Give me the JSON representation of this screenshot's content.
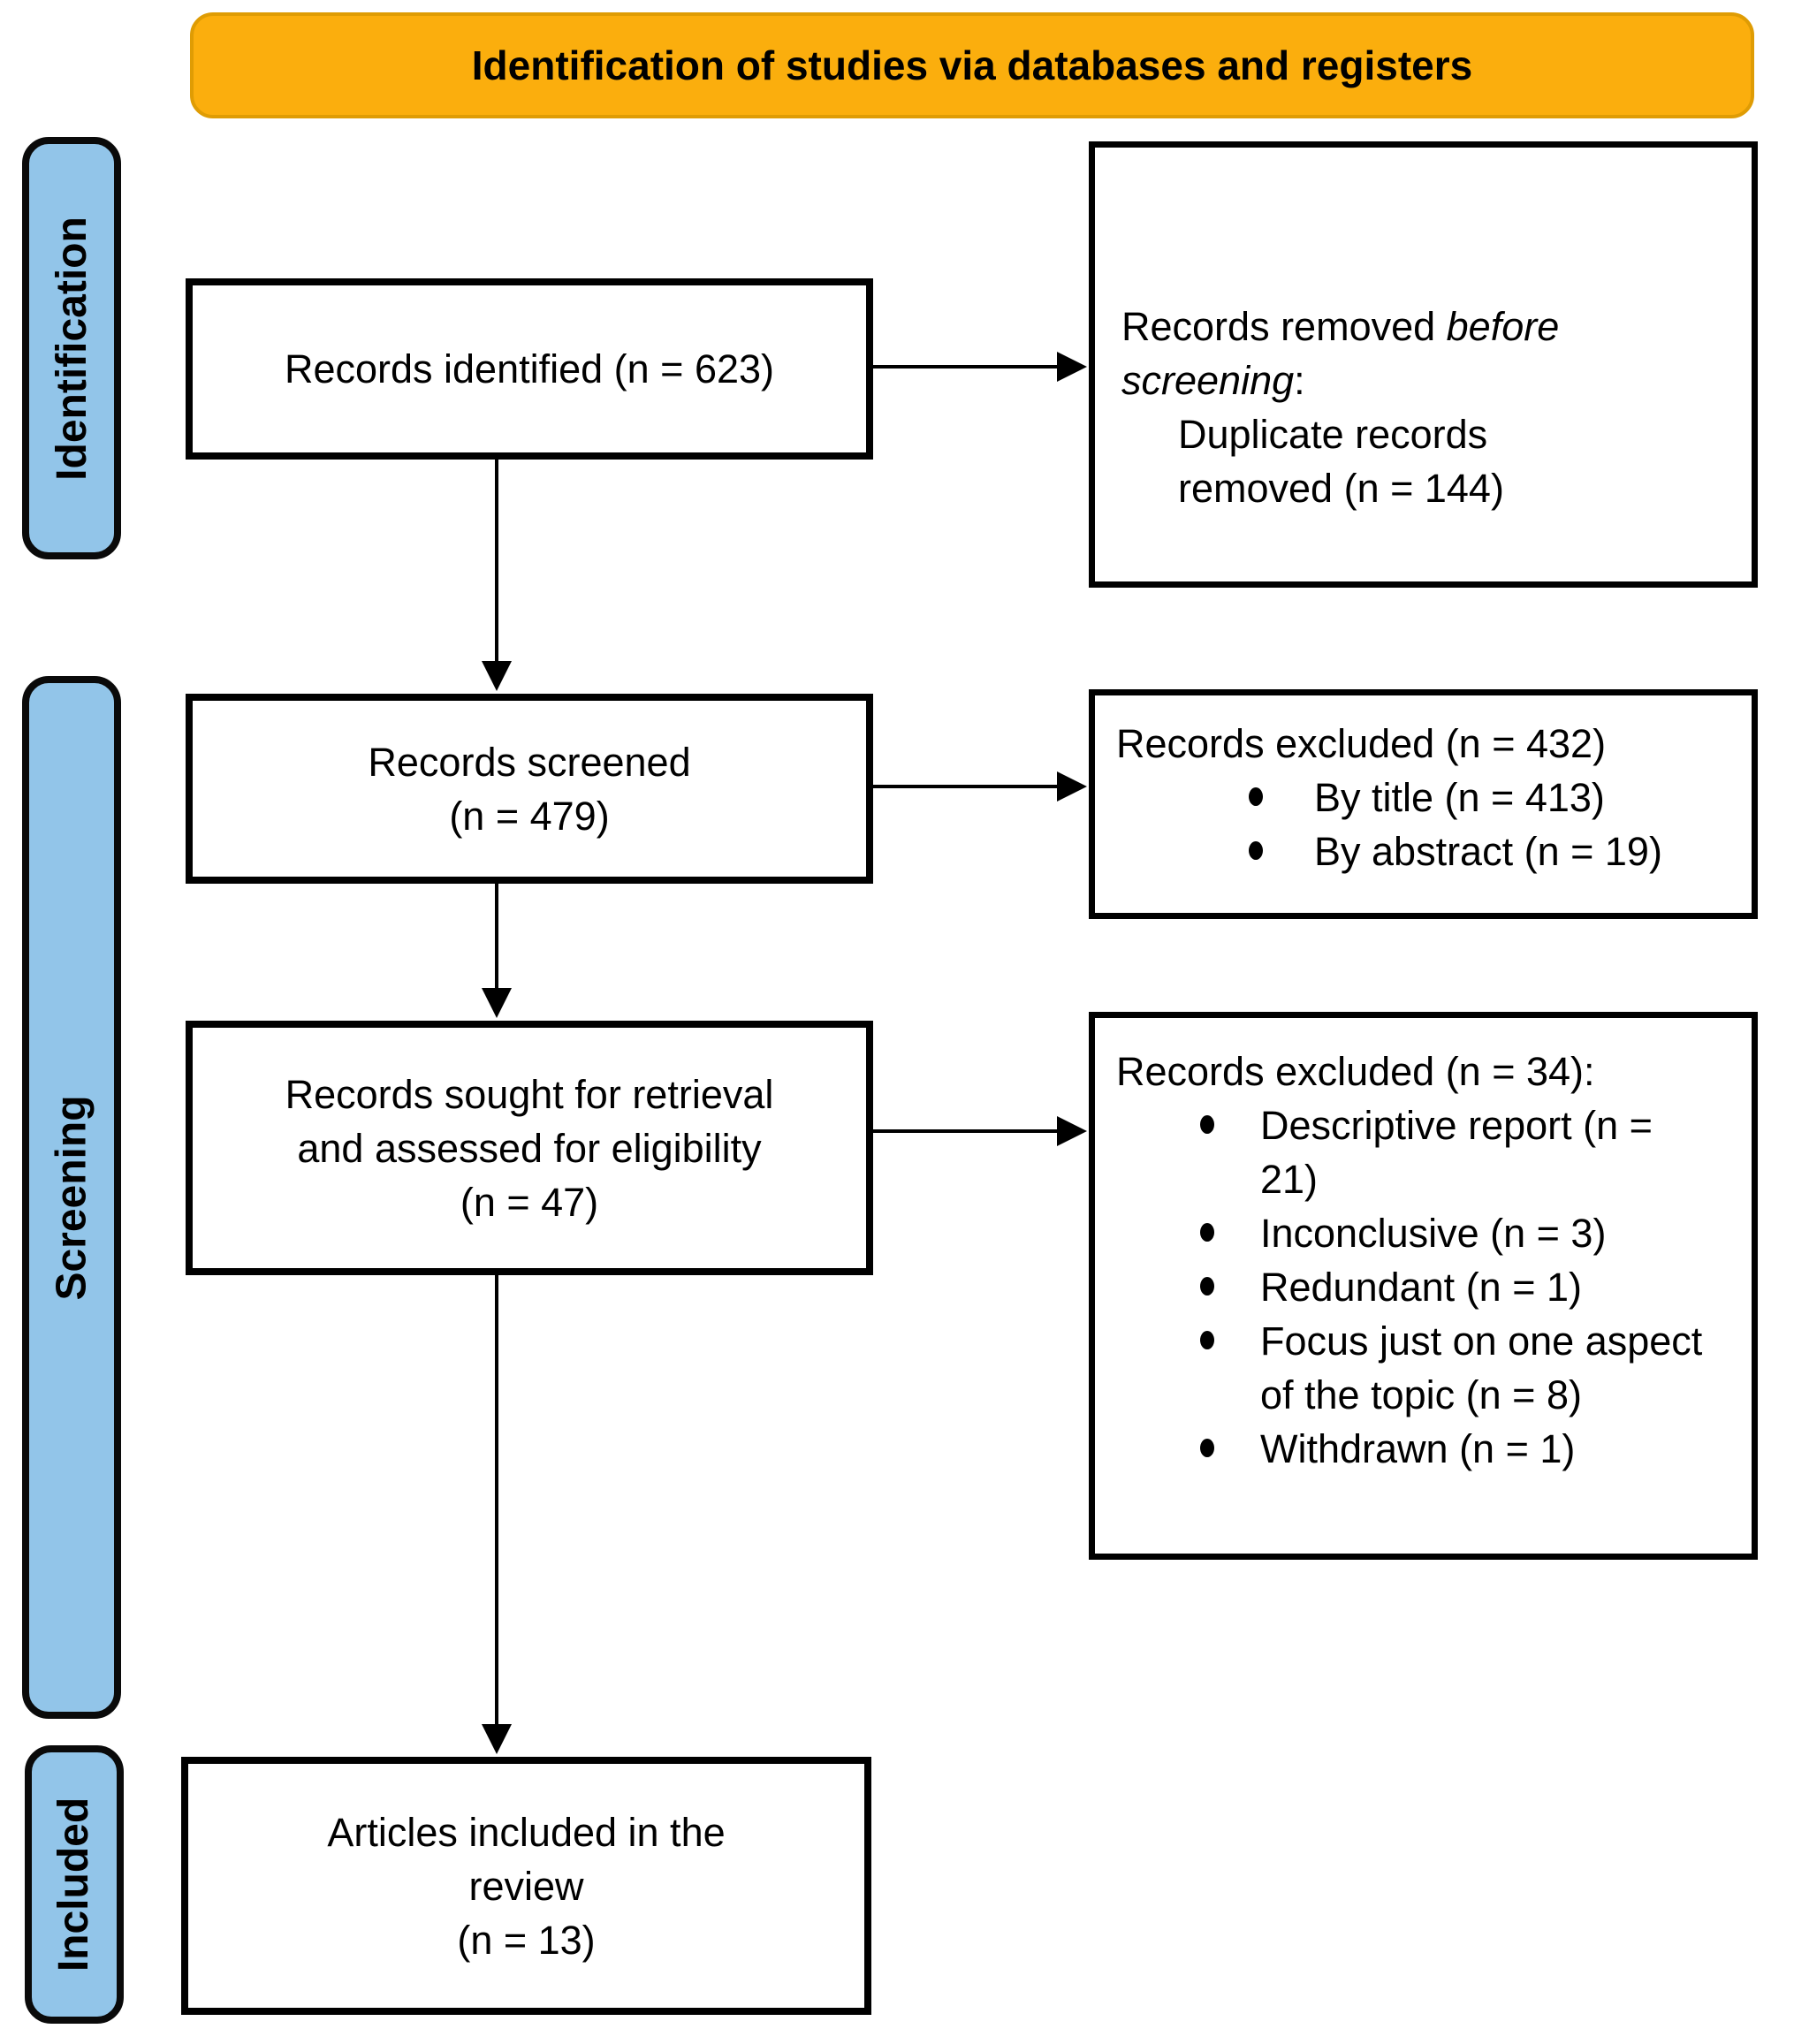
{
  "banner": {
    "title": "Identification of studies via databases and registers"
  },
  "sidebar": {
    "identification": "Identification",
    "screening": "Screening",
    "included": "Included"
  },
  "boxes": {
    "identified": {
      "text": "Records identified (n = 623)"
    },
    "removed_before_screening": {
      "prefix": "Records removed ",
      "emphasis": "before screening",
      "suffix": ":",
      "lines": [
        "Duplicate records",
        "removed (n = 144)"
      ]
    },
    "screened": {
      "lines": [
        "Records screened",
        "(n = 479)"
      ]
    },
    "excluded_screening": {
      "header": "Records excluded (n = 432)",
      "bullets": [
        "By title (n = 413)",
        "By abstract (n = 19)"
      ]
    },
    "sought": {
      "lines": [
        "Records sought for retrieval",
        "and assessed for eligibility",
        "(n = 47)"
      ]
    },
    "excluded_eligibility": {
      "header": "Records excluded (n = 34):",
      "bullets": [
        "Descriptive report (n = 21)",
        "Inconclusive (n = 3)",
        "Redundant (n = 1)",
        "Focus just on one aspect of the topic (n = 8)",
        "Withdrawn (n = 1)"
      ]
    },
    "included_review": {
      "lines": [
        "Articles included in the",
        "review",
        "(n = 13)"
      ]
    }
  },
  "colors": {
    "banner_background": "#FBAE0D",
    "sidebar_background": "#92C5E9",
    "box_border": "#000000"
  }
}
